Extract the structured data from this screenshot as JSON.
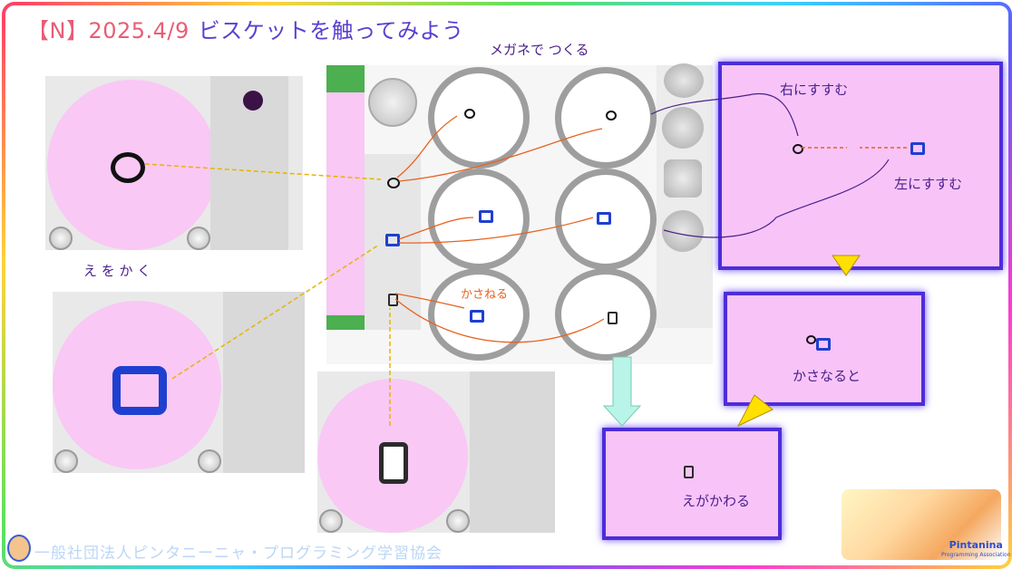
{
  "header": {
    "date": "【N】2025.4/9",
    "subtitle": "ビスケットを触ってみよう"
  },
  "notes": {
    "draw": "え を か く",
    "glasses": "メガネで つくる",
    "move_right": "右にすすむ",
    "move_left": "左にすすむ",
    "overlap_orange": "かさねる",
    "overlap": "かさなると",
    "changes": "えがかわる"
  },
  "footer": {
    "org": "一般社団法人ピンタニーニャ・プログラミング学習協会",
    "logo_name": "Pintanina",
    "logo_sub": "Programming Association"
  },
  "colors": {
    "accent": "#5b3fd0",
    "pink_canvas": "#f9c8f5",
    "result_border": "#4d2dd8",
    "blue_square": "#1f3fd0",
    "arrow": "#e8621e"
  },
  "icons": [
    "pencil-icon",
    "close-icon",
    "gear-icon",
    "stamp-icon",
    "undo-icon",
    "down-arrow-icon"
  ]
}
